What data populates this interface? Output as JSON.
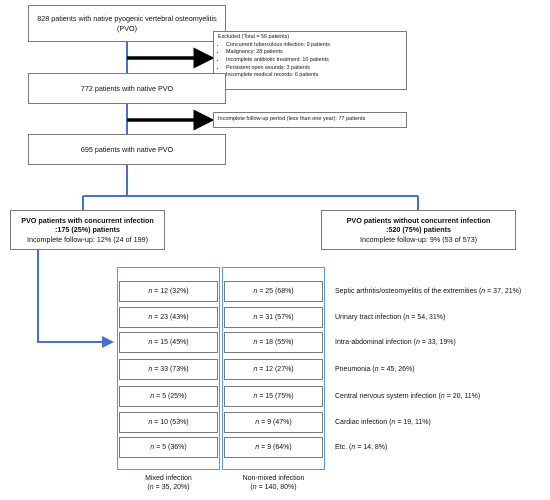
{
  "flow": {
    "start": "828 patients with native pyogenic vertebral osteomyelitis (PVO)",
    "excluded": {
      "title": "Excluded (Total = 56 patients)",
      "items": [
        "Concurrent tuberculous infection: 9 patients",
        "Malignancy: 28 patients",
        "Incomplete antibiotic treatment: 10 patients",
        "Persistent open wounds: 3 patients",
        "Incomplete medical records: 6 patients"
      ]
    },
    "step2": "772 patients with native PVO",
    "followup_excluded": "Incomplete follow-up period (less than one year): 77 patients",
    "step3": "695 patients with native PVO"
  },
  "groups": {
    "with": {
      "title": "PVO patients with concurrent infection",
      "count": ":175 (25%) patients",
      "followup": "Incomplete follow-up: 12% (24 of 199)"
    },
    "without": {
      "title": "PVO patients without concurrent infection",
      "count": ":520 (75%) patients",
      "followup": "Incomplete follow-up: 9% (53 of 573)"
    }
  },
  "table": {
    "rows": [
      {
        "mixed": "= 12 (32%)",
        "nonmixed": "= 25 (68%)",
        "label": "Septic arthritis/osteomyelitis of the extremities (",
        "stats": "= 37, 21%)"
      },
      {
        "mixed": "= 23 (43%)",
        "nonmixed": "= 31 (57%)",
        "label": "Urinary tract infection (",
        "stats": "= 54, 31%)"
      },
      {
        "mixed": "= 15 (45%)",
        "nonmixed": "= 18 (55%)",
        "label": "Intra-abdominal infection (",
        "stats": "= 33, 19%)"
      },
      {
        "mixed": "= 33 (73%)",
        "nonmixed": "= 12 (27%)",
        "label": "Pneumonia (",
        "stats": "= 45, 26%)"
      },
      {
        "mixed": "= 5 (25%)",
        "nonmixed": "= 15 (75%)",
        "label": "Central nervous system infection (",
        "stats": "= 20, 11%)"
      },
      {
        "mixed": "= 10 (53%)",
        "nonmixed": "= 9 (47%)",
        "label": "Cardiac infection (",
        "stats": "= 19, 11%)"
      },
      {
        "mixed": "= 5 (36%)",
        "nonmixed": "= 9 (64%)",
        "label": "Etc. (",
        "stats": "= 14, 8%)"
      }
    ],
    "columns": {
      "mixed": {
        "title": "Mixed infection",
        "stats": "= 35, 20%)"
      },
      "nonmixed": {
        "title": "Non-mixed infection",
        "stats": "= 140, 80%)"
      }
    }
  },
  "colors": {
    "arrow_blue": "#4472c4",
    "border_gray": "#7a7a7a",
    "column_blue": "#5b9bd5"
  }
}
